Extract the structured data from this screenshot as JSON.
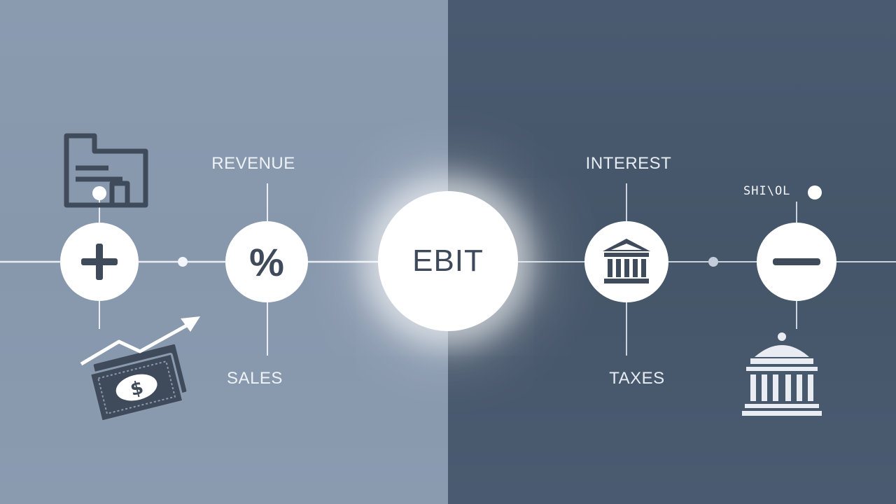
{
  "center": {
    "label": "EBIT"
  },
  "left": {
    "top_label": "REVENUE",
    "bottom_label": "SALES",
    "nodes": [
      {
        "icon": "plus-icon"
      },
      {
        "icon": "percent-icon",
        "glyph": "%"
      }
    ]
  },
  "right": {
    "top_label": "INTEREST",
    "bottom_label": "TAXES",
    "annotation": "ЅΗΙ\\ΟL",
    "nodes": [
      {
        "icon": "bank-icon"
      },
      {
        "icon": "minus-icon"
      }
    ]
  },
  "colors": {
    "left_panel": "#8a9bb0",
    "right_panel": "#4a5a70",
    "node_fill": "#ffffff",
    "icon_dark": "#3f4a5a"
  }
}
